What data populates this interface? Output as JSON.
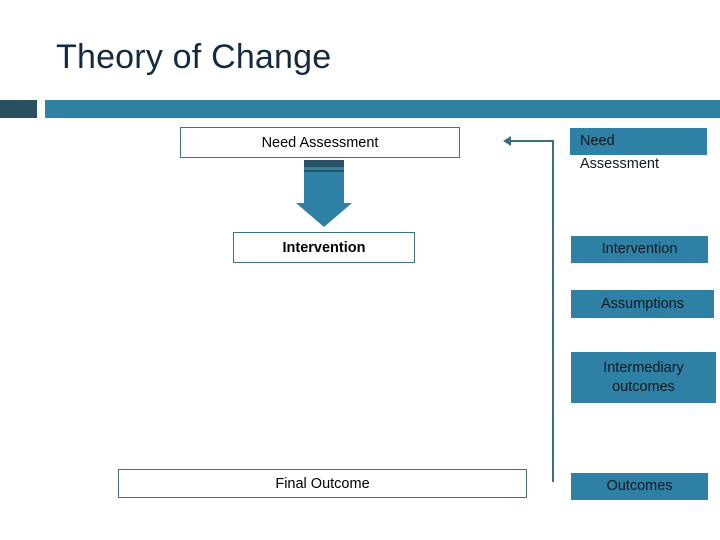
{
  "slide": {
    "title": "Theory of Change",
    "colors": {
      "accent_teal": "#2e81a4",
      "accent_dark": "#28505f",
      "title_text": "#152a3e",
      "box_border": "#3e7186",
      "connector": "#3d6d80"
    }
  },
  "flow": {
    "boxes": [
      {
        "id": "need-assessment",
        "label": "Need Assessment"
      },
      {
        "id": "intervention",
        "label": "Intervention"
      },
      {
        "id": "final-outcome",
        "label": "Final Outcome"
      }
    ]
  },
  "legend": {
    "need_line1": "Need",
    "need_line2": "Assessment",
    "intervention": "Intervention",
    "assumptions": "Assumptions",
    "intermediary_line1": "Intermediary",
    "intermediary_line2": "outcomes",
    "outcomes": "Outcomes"
  }
}
